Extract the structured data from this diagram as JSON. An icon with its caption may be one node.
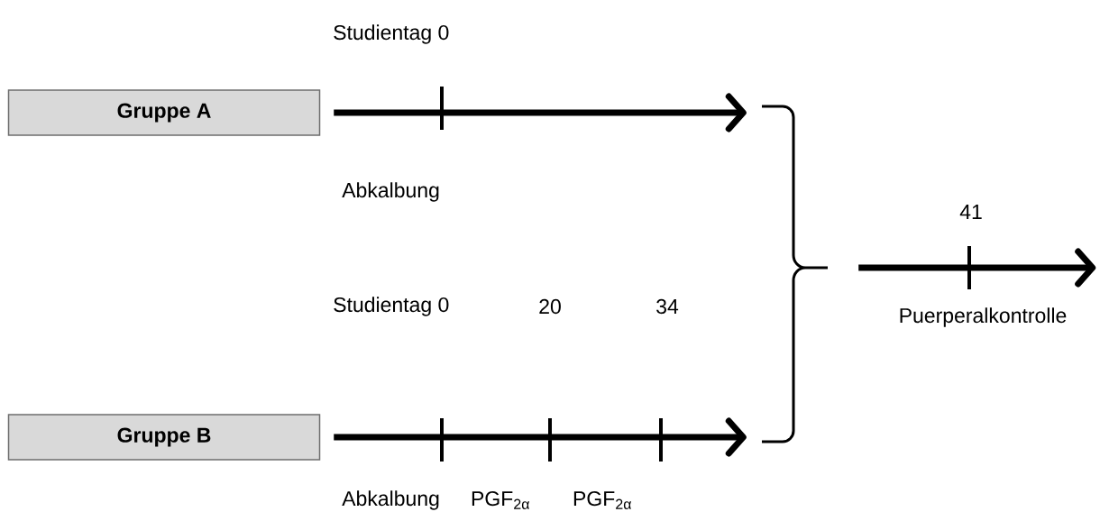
{
  "diagram": {
    "nodes": [
      {
        "text": [
          "Gruppe A"
        ]
      },
      {
        "text": [
          "Gruppe B"
        ]
      },
      {
        "text": [],
        "shape": "brace"
      }
    ],
    "edges": [
      {
        "from": 0,
        "to": 2,
        "arrow": "to"
      },
      {
        "from": 1,
        "to": 2,
        "arrow": "to"
      },
      {
        "from": 2,
        "to": null,
        "arrow": "to"
      }
    ],
    "labels": [
      "Studientag 0",
      "Abkalbung",
      "41",
      "Studientag 0",
      "20",
      "34",
      "Puerperalkontrolle",
      "Abkalbung",
      "PGF$_{2α}$",
      "PGF$_{2α}$"
    ]
  }
}
